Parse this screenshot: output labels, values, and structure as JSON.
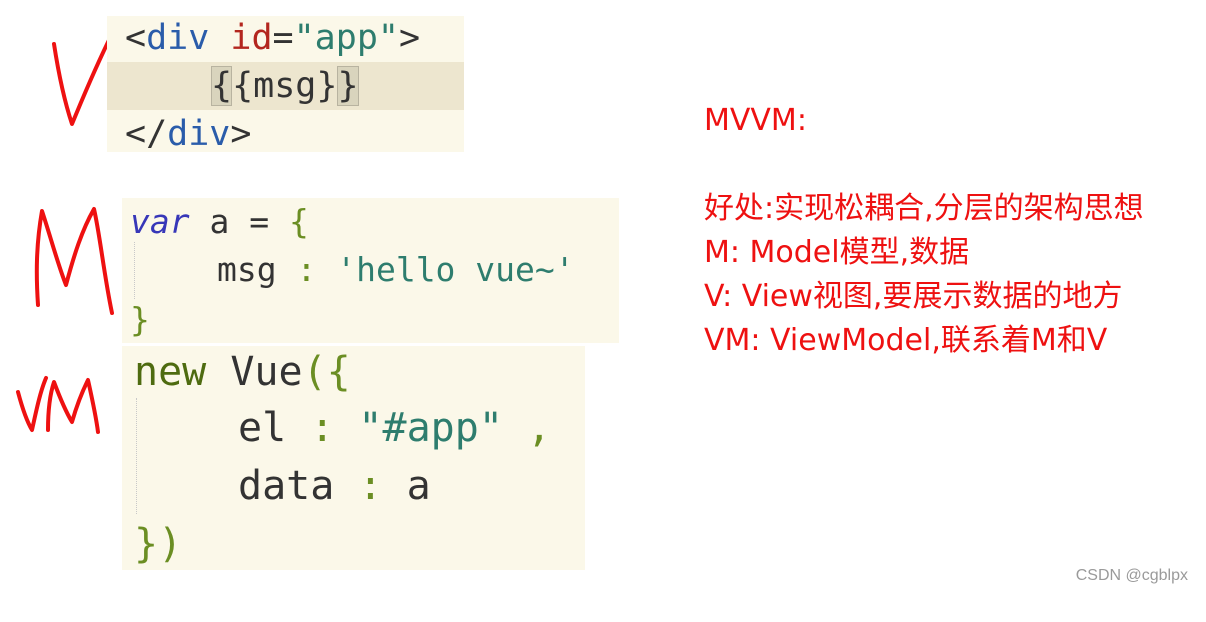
{
  "html_block": {
    "open_tag": {
      "lt": "<",
      "name": "div",
      "attr": "id",
      "eq": "=",
      "value": "\"app\"",
      "gt": ">"
    },
    "interp": {
      "open": "{",
      "mid_open": "{",
      "text": "msg",
      "mid_close": "}",
      "close": "}"
    },
    "close_tag": {
      "lt": "</",
      "name": "div",
      "gt": ">"
    }
  },
  "model_block": {
    "line1": {
      "kw": "var",
      "rest": " a = ",
      "brace": "{"
    },
    "line2": {
      "key": "msg",
      "colon": " : ",
      "value": "'hello vue~'"
    },
    "line3": {
      "brace": "}"
    }
  },
  "vm_block": {
    "line1": {
      "kw": "new",
      "name": " Vue",
      "paren": "({"
    },
    "line2": {
      "key": "el",
      "colon": " : ",
      "value": "\"#app\"",
      "comma": " ,"
    },
    "line3": {
      "key": "data",
      "colon": " : ",
      "value": "a"
    },
    "line4": {
      "close": "})"
    }
  },
  "handwriting": {
    "v_mark": "V",
    "m_mark": "M",
    "vm_mark": "VM",
    "color": "#ee1111"
  },
  "notes": {
    "title": "MVVM:",
    "line1": "好处:实现松耦合,分层的架构思想",
    "line2": "M: Model模型,数据",
    "line3": "V: View视图,要展示数据的地方",
    "line4": "VM: ViewModel,联系着M和V",
    "color": "#ee1111"
  },
  "watermark": "CSDN @cgblpx"
}
